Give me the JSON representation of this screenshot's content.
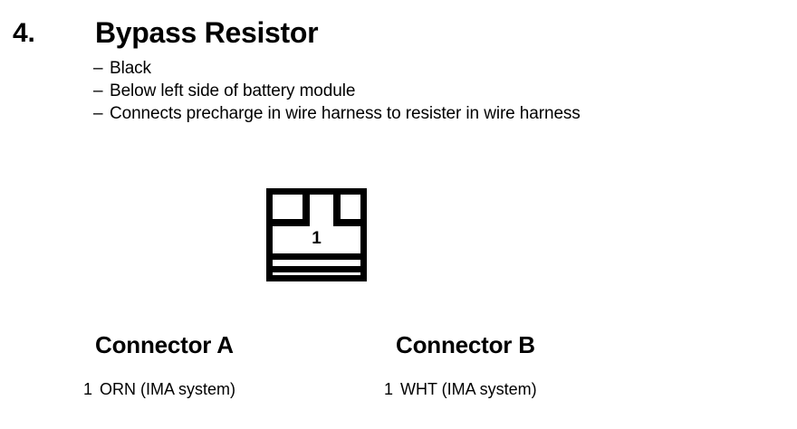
{
  "slide": {
    "item_number": "4.",
    "title": "Bypass Resistor",
    "bullets": [
      {
        "dash": "–",
        "text": "Black"
      },
      {
        "dash": "–",
        "text": "Below left side of battery module"
      },
      {
        "dash": "–",
        "text": "Connects precharge in wire harness to resister in wire harness"
      }
    ],
    "diagram": {
      "name": "bypass-resistor-connector",
      "pin_label": "1",
      "line_color": "#000000",
      "fill_color": "#ffffff"
    },
    "connectors": [
      {
        "id": "a",
        "heading": "Connector A",
        "pins": [
          {
            "number": "1",
            "description": "ORN (IMA system)"
          }
        ]
      },
      {
        "id": "b",
        "heading": "Connector B",
        "pins": [
          {
            "number": "1",
            "description": "WHT (IMA system)"
          }
        ]
      }
    ]
  }
}
